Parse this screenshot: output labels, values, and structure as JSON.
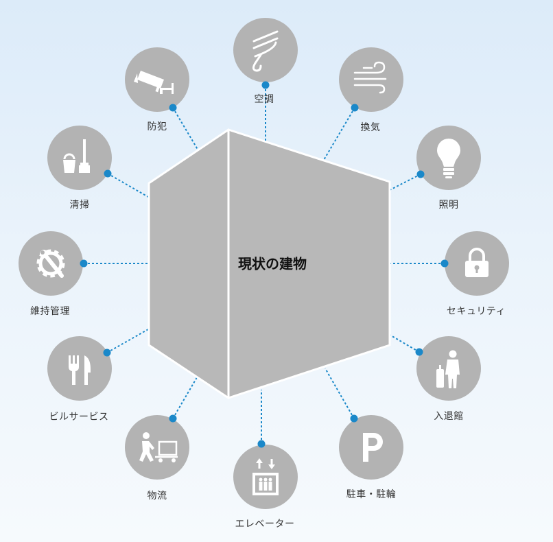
{
  "center": {
    "label": "現状の建物"
  },
  "nodes": [
    {
      "id": "kucho",
      "label": "空調",
      "icon": "wind-swirl-icon"
    },
    {
      "id": "kanki",
      "label": "換気",
      "icon": "air-flow-icon"
    },
    {
      "id": "shomei",
      "label": "照明",
      "icon": "light-bulb-icon"
    },
    {
      "id": "security",
      "label": "セキュリティ",
      "icon": "lock-icon"
    },
    {
      "id": "nyutaikan",
      "label": "入退館",
      "icon": "person-with-luggage-icon"
    },
    {
      "id": "chusha",
      "label": "駐車・駐輪",
      "icon": "parking-icon"
    },
    {
      "id": "elevator",
      "label": "エレベーター",
      "icon": "elevator-icon"
    },
    {
      "id": "butsuryu",
      "label": "物流",
      "icon": "hand-truck-icon"
    },
    {
      "id": "building-service",
      "label": "ビルサービス",
      "icon": "fork-knife-icon"
    },
    {
      "id": "iji-kanri",
      "label": "維持管理",
      "icon": "gear-wrench-icon"
    },
    {
      "id": "seiso",
      "label": "清掃",
      "icon": "bucket-brush-icon"
    },
    {
      "id": "bohan",
      "label": "防犯",
      "icon": "security-camera-icon"
    }
  ],
  "colors": {
    "circle": "#b3b3b3",
    "building": "#b8b8b8",
    "building_edge": "#ffffff",
    "connector": "#1a88c9",
    "icon": "#ffffff"
  }
}
